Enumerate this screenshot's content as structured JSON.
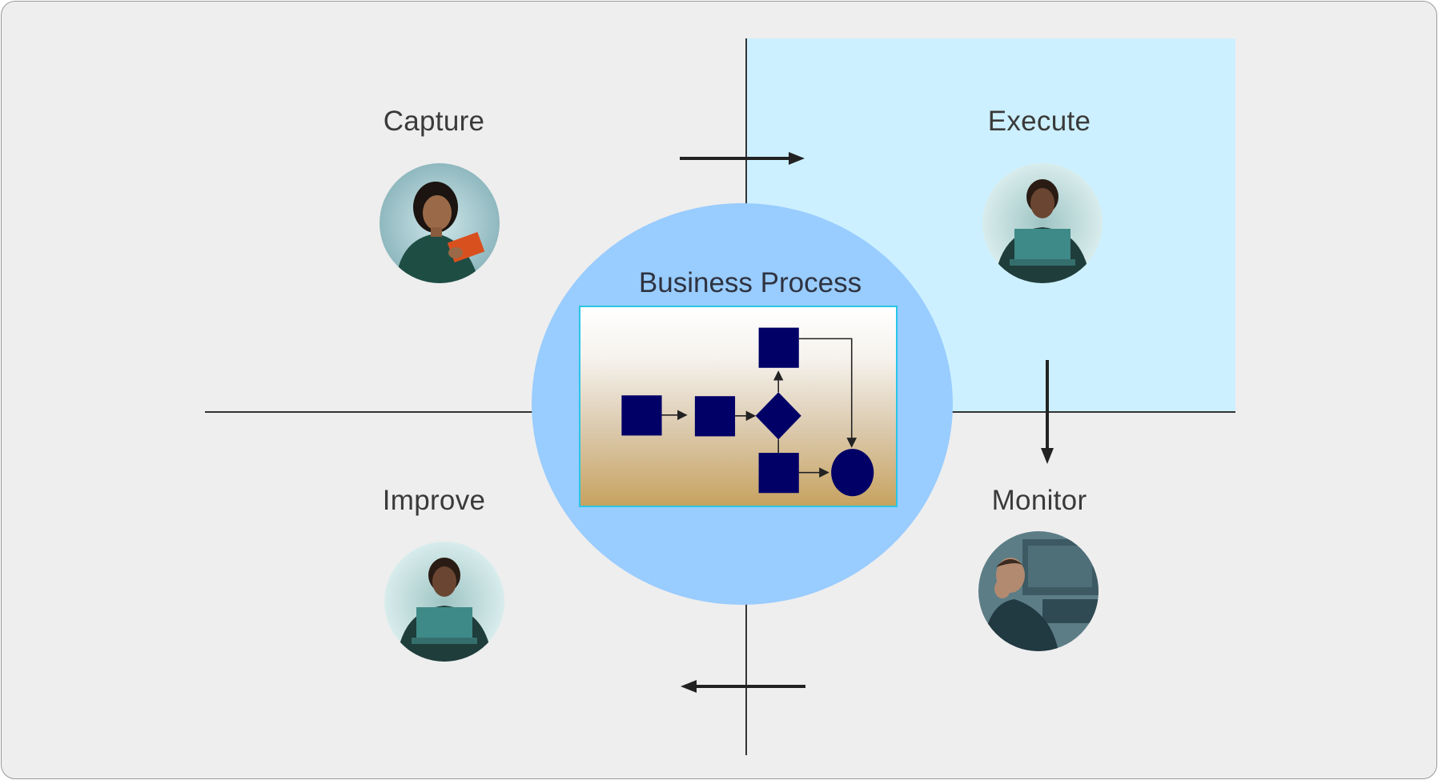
{
  "diagram": {
    "center": {
      "title": "Business Process"
    },
    "quadrants": [
      {
        "id": "capture",
        "label": "Capture",
        "image": "person-with-notebook"
      },
      {
        "id": "execute",
        "label": "Execute",
        "image": "person-with-laptop"
      },
      {
        "id": "monitor",
        "label": "Monitor",
        "image": "person-at-desk"
      },
      {
        "id": "improve",
        "label": "Improve",
        "image": "person-with-laptop"
      }
    ],
    "cycle_direction": "clockwise",
    "colors": {
      "background": "#eeeeee",
      "execute_highlight": "#ccf0ff",
      "center_circle": "#99ccff",
      "flow_shapes": "#000066",
      "box_border": "#29c6e6",
      "arrows": "#222222"
    }
  }
}
